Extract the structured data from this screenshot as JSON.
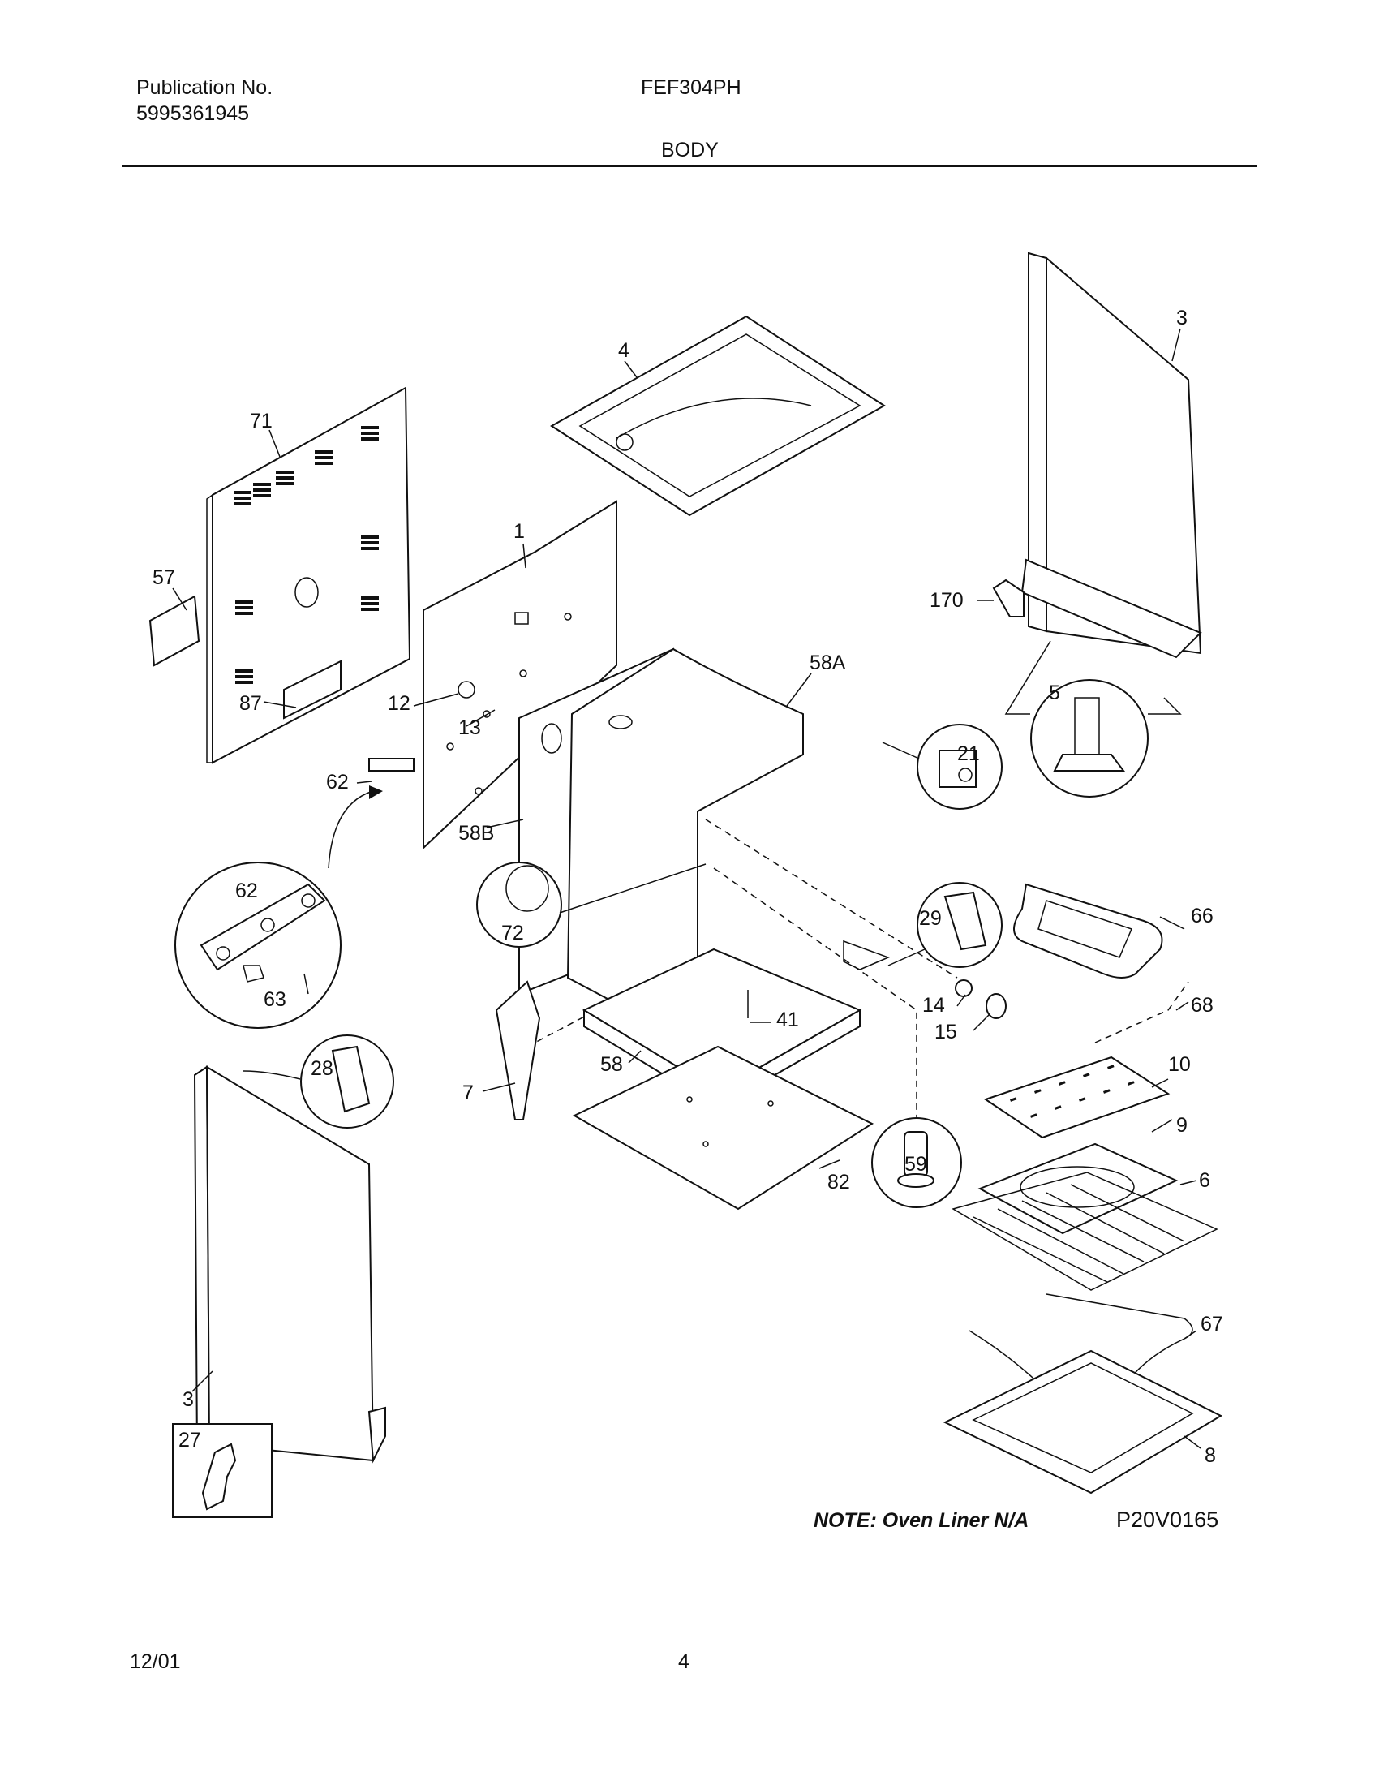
{
  "header": {
    "publication_label": "Publication No.",
    "publication_number": "5995361945",
    "model": "FEF304PH",
    "section": "BODY"
  },
  "diagram": {
    "part_labels": [
      "71",
      "57",
      "87",
      "1",
      "12",
      "13",
      "62",
      "4",
      "58A",
      "58B",
      "72",
      "3",
      "170",
      "5",
      "21",
      "29",
      "66",
      "68",
      "14",
      "15",
      "41",
      "58",
      "7",
      "28",
      "63",
      "10",
      "9",
      "6",
      "59",
      "82",
      "67",
      "8",
      "27"
    ],
    "note": "NOTE:  Oven Liner N/A",
    "drawing_code": "P20V0165"
  },
  "footer": {
    "date": "12/01",
    "page_number": "4"
  }
}
